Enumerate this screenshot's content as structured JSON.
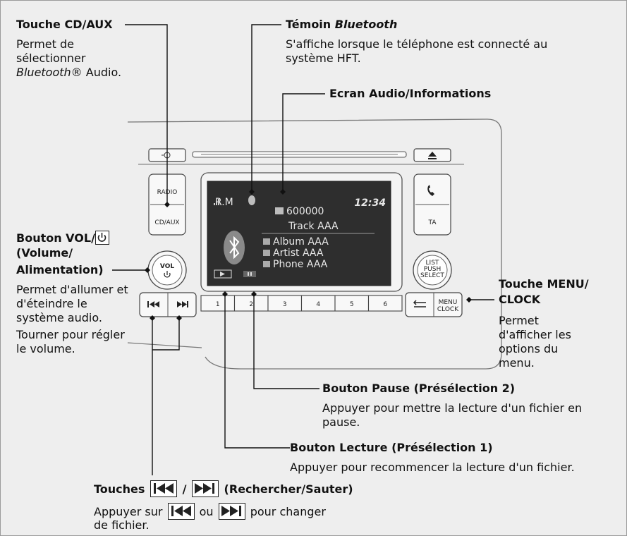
{
  "callouts": {
    "cd_aux": {
      "title": "Touche CD/AUX",
      "desc_1": "Permet de",
      "desc_2": "sélectionner",
      "desc_3_italic": "Bluetooth",
      "desc_3_rest": "® Audio."
    },
    "bt_indicator": {
      "title_prefix": "Témoin ",
      "title_italic": "Bluetooth",
      "desc": "S'affiche lorsque le téléphone est connecté au système HFT."
    },
    "display": {
      "title": "Ecran Audio/Informations"
    },
    "vol": {
      "title_1": "Bouton VOL/",
      "title_2": "(Volume/",
      "title_3": "Alimentation)",
      "desc_1": "Permet d'allumer et d'éteindre le système audio.",
      "desc_2": "Tourner pour régler le volume."
    },
    "menu": {
      "title_1": "Touche MENU/",
      "title_2": "CLOCK",
      "desc": "Permet d'afficher les options du menu."
    },
    "pause": {
      "title": "Bouton Pause (Présélection 2)",
      "desc": "Appuyer pour mettre la lecture d'un fichier en pause."
    },
    "play": {
      "title": "Bouton Lecture (Présélection 1)",
      "desc": "Appuyer pour recommencer la lecture d'un fichier."
    },
    "seek": {
      "title_prefix": "Touches ",
      "title_sep": " / ",
      "title_suffix": " (Rechercher/Sauter)",
      "desc_1": "Appuyer sur ",
      "desc_or": " ou ",
      "desc_2": " pour changer",
      "desc_3": "de fichier."
    }
  },
  "unit": {
    "buttons": {
      "radio": "RADIO",
      "cd_aux": "CD/AUX",
      "ta": "TA",
      "vol_1": "VOL",
      "list_1": "LIST",
      "list_2": "PUSH",
      "list_3": "SELECT",
      "menu_1": "MENU",
      "menu_2": "CLOCK"
    },
    "presets": [
      "1",
      "2",
      "3",
      "4",
      "5",
      "6"
    ],
    "screen": {
      "status_label": "R.M",
      "clock": "12:34",
      "folder": "600000",
      "track": "Track AAA",
      "album": "Album AAA",
      "artist": "Artist AAA",
      "phone": "Phone AAA"
    }
  },
  "colors": {
    "background": "#eeeeee",
    "border": "#9a9a9a",
    "screen": "#3a3a3a",
    "text": "#111111"
  },
  "icons": [
    "power-icon",
    "seek-back-icon",
    "seek-forward-icon",
    "bluetooth-icon",
    "phone-icon",
    "eject-icon",
    "back-arrow-icon",
    "light-icon"
  ]
}
